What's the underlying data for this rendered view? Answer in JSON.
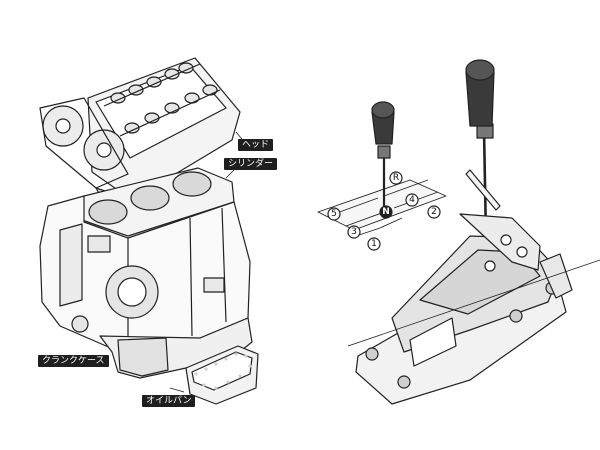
{
  "engine": {
    "labels": {
      "head": "ヘッド",
      "cylinder": "シリンダー",
      "crankcase": "クランクケース",
      "oilpan": "オイルパン"
    }
  },
  "shifter": {
    "gate_labels": {
      "g5": "5",
      "g3": "3",
      "g1": "1",
      "gR": "R",
      "gN": "N",
      "g4": "4",
      "g2": "2"
    }
  }
}
